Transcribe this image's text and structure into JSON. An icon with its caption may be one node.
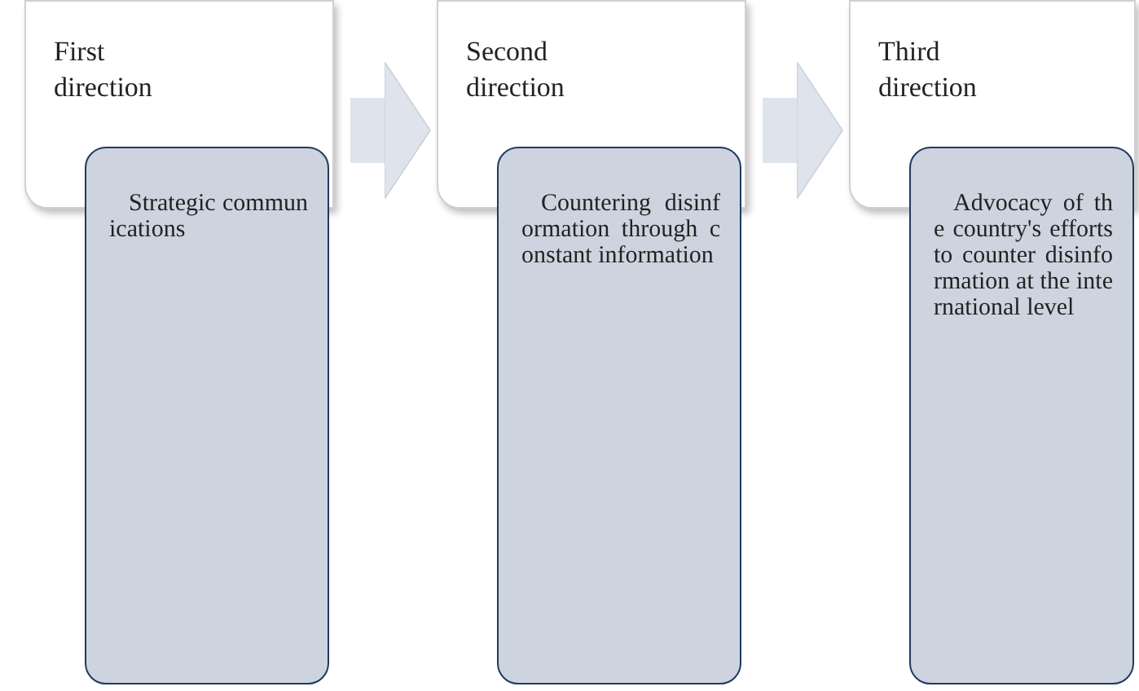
{
  "diagram": {
    "nodes": [
      {
        "text": [
          "First direction"
        ]
      },
      {
        "text": [
          "Strategic communications"
        ]
      },
      {
        "text": [
          "Second direction"
        ]
      },
      {
        "text": [
          "Countering disinformation through constant information"
        ]
      },
      {
        "text": [
          "Third direction"
        ]
      },
      {
        "text": [
          "Advocacy of the country's efforts to counter disinformation at the international level"
        ]
      }
    ],
    "edges": [
      {
        "from": 0,
        "to": 2,
        "arrow": "to"
      },
      {
        "from": 2,
        "to": 4,
        "arrow": "to"
      }
    ]
  }
}
